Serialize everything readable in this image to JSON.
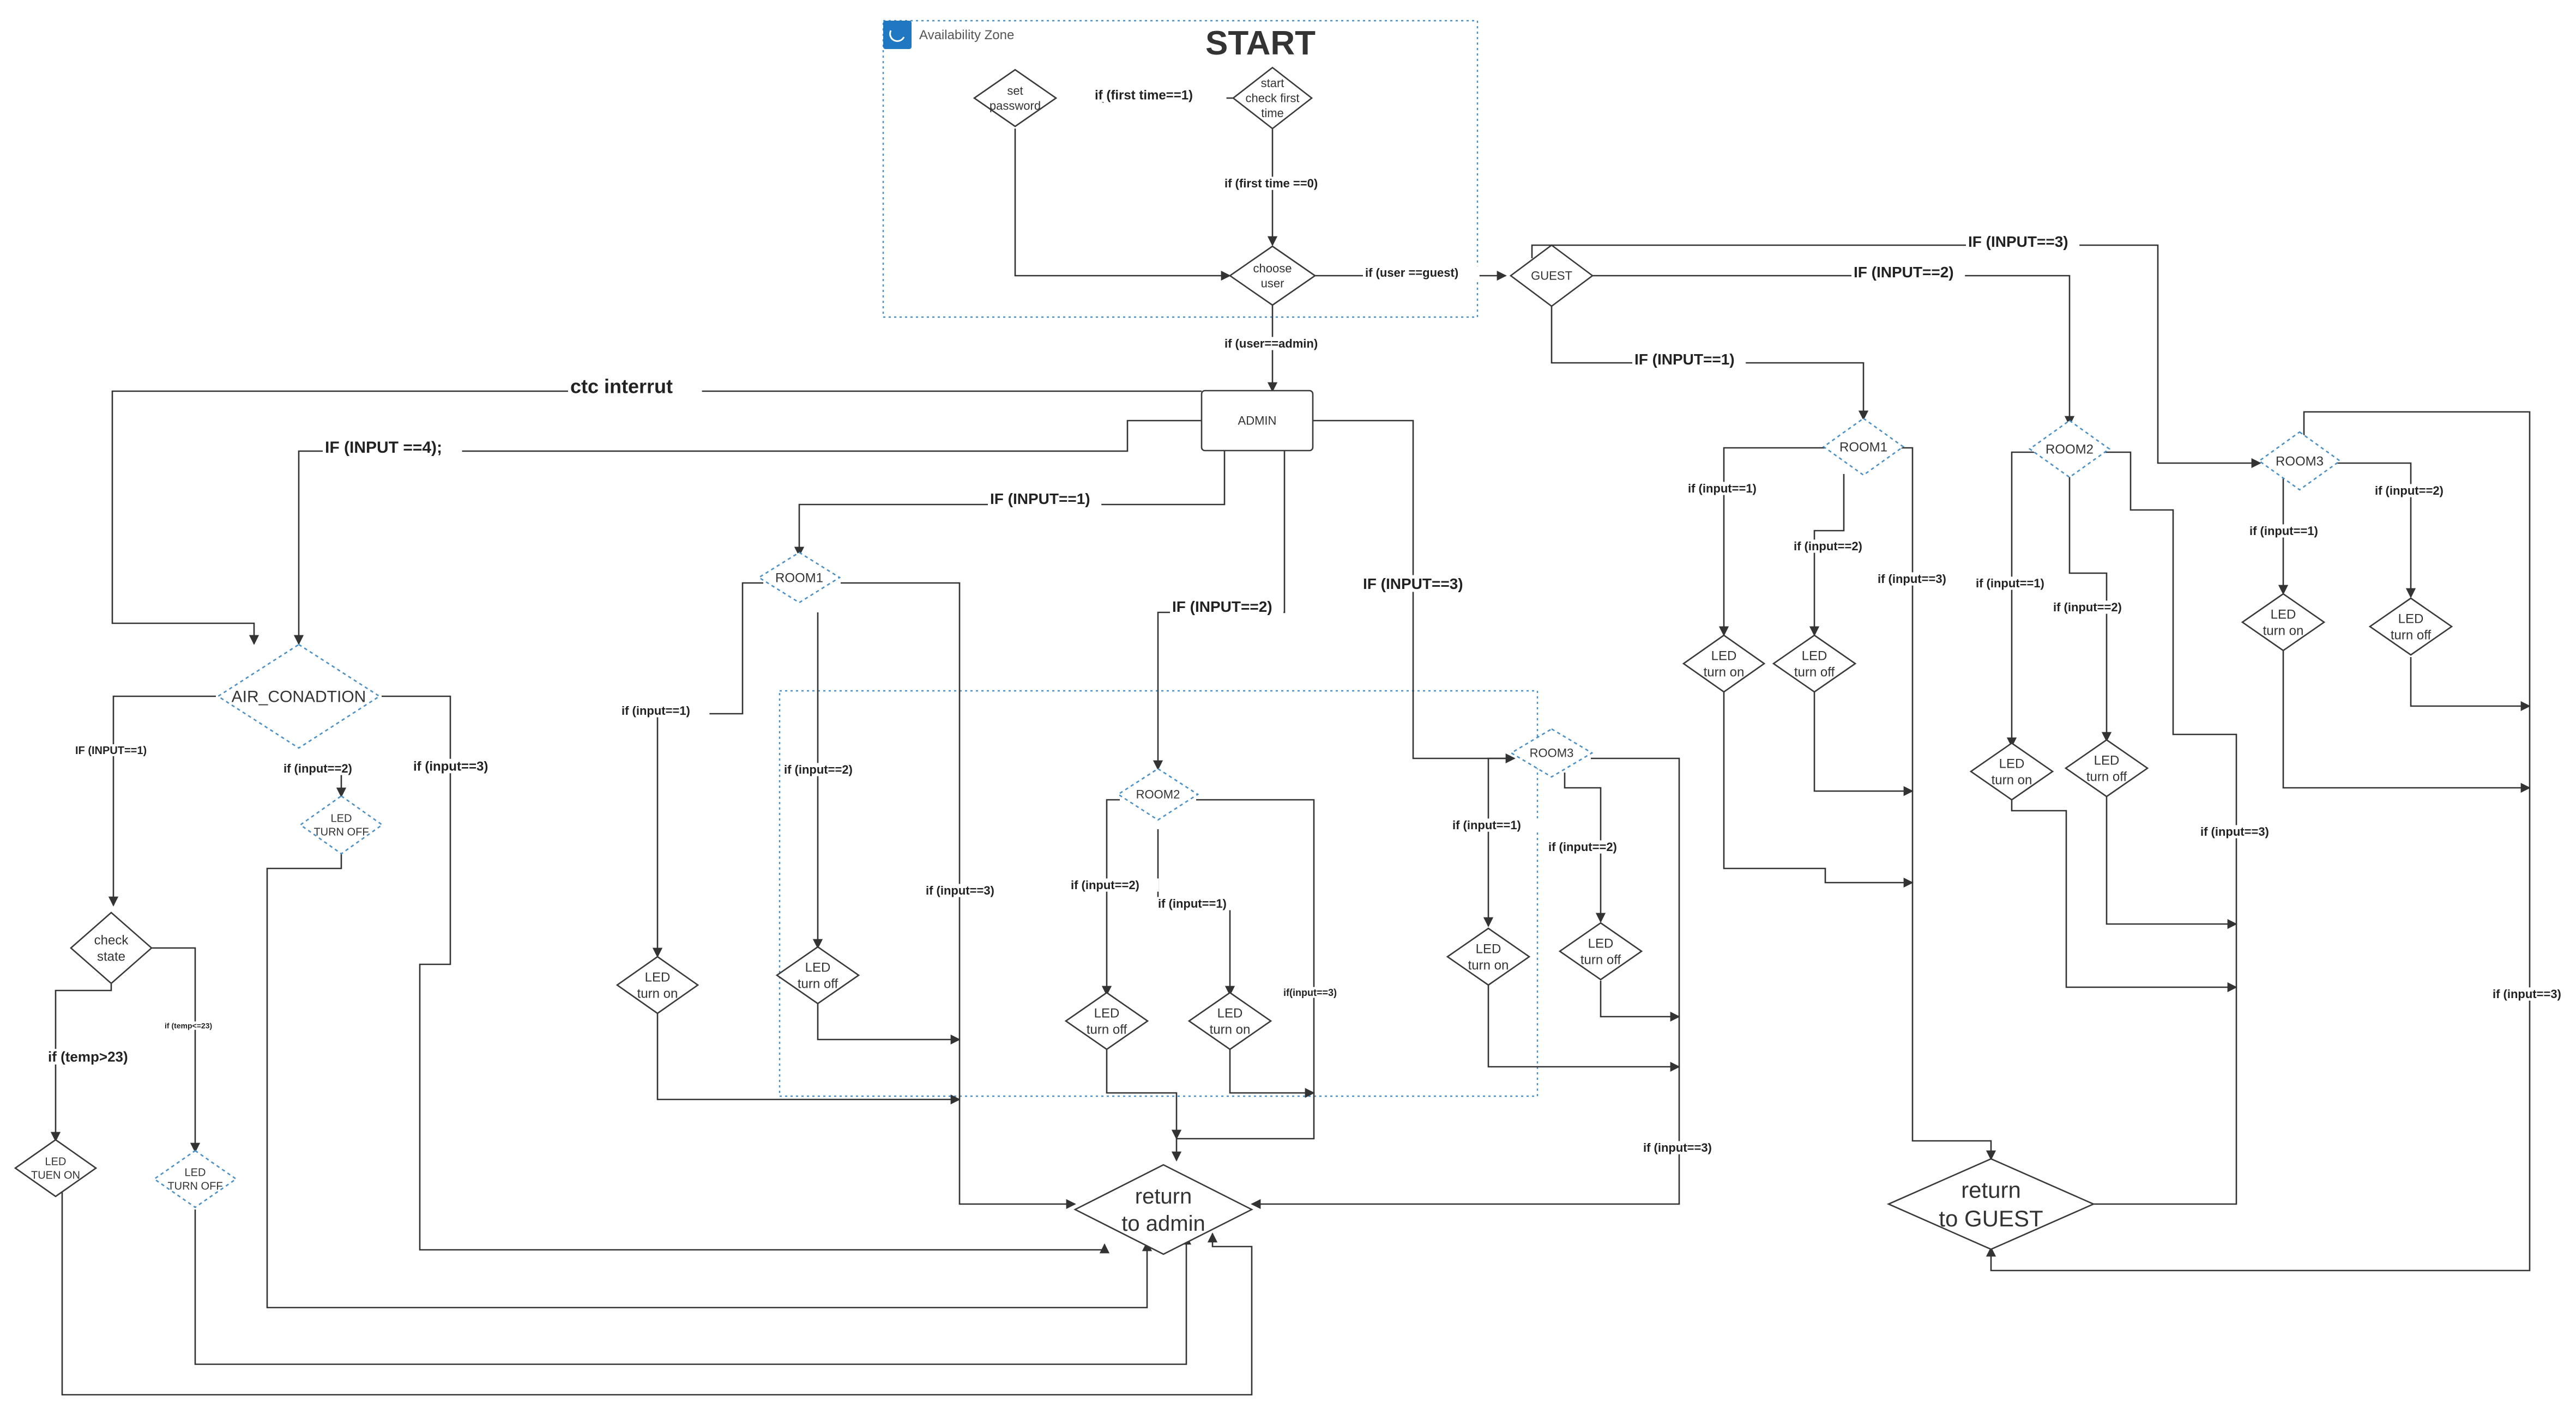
{
  "diagram": {
    "zone_label": "Availability Zone",
    "title": "START",
    "nodes": {
      "start": [
        "start",
        "check first",
        "time"
      ],
      "set_password": [
        "set",
        "password"
      ],
      "choose_user": [
        "choose",
        "user"
      ],
      "guest": [
        "GUEST"
      ],
      "admin": [
        "ADMIN"
      ],
      "air": [
        "AIR_CONADTION"
      ],
      "check_state": [
        "check",
        "state"
      ],
      "led_tuen_on": [
        "LED",
        "TUEN ON"
      ],
      "led_turn_off_ac1": [
        "LED",
        "TURN OFF"
      ],
      "led_turn_off_ac2": [
        "LED",
        "TURN OFF"
      ],
      "a_room1": [
        "ROOM1"
      ],
      "a_room2": [
        "ROOM2"
      ],
      "a_room3": [
        "ROOM3"
      ],
      "a_r1_on": [
        "LED",
        "turn on"
      ],
      "a_r1_off": [
        "LED",
        "turn off"
      ],
      "a_r2_off": [
        "LED",
        "turn off"
      ],
      "a_r2_on": [
        "LED",
        "turn on"
      ],
      "a_r3_on": [
        "LED",
        "turn on"
      ],
      "a_r3_off": [
        "LED",
        "turn off"
      ],
      "ret_admin": [
        "return",
        "to admin"
      ],
      "g_room1": [
        "ROOM1"
      ],
      "g_room2": [
        "ROOM2"
      ],
      "g_room3": [
        "ROOM3"
      ],
      "g_r1_on": [
        "LED",
        "turn on"
      ],
      "g_r1_off": [
        "LED",
        "turn off"
      ],
      "g_r2_on": [
        "LED",
        "turn on"
      ],
      "g_r2_off": [
        "LED",
        "turn off"
      ],
      "g_r3_on": [
        "LED",
        "turn on"
      ],
      "g_r3_off": [
        "LED",
        "turn off"
      ],
      "ret_guest": [
        "return",
        "to GUEST"
      ]
    },
    "edges": {
      "first_time_1": "if (first time==1)",
      "first_time_0": "if (first time ==0)",
      "user_guest": "if (user ==guest)",
      "user_admin": "if (user==admin)",
      "ctc": "ctc interrut",
      "input4": "IF (INPUT ==4);",
      "a_input1": "IF (INPUT==1)",
      "a_input2": "IF (INPUT==2)",
      "a_input3": "IF (INPUT==3)",
      "ac_in1": "IF (INPUT==1)",
      "ac_in2": "if (input==2)",
      "ac_in3": "if (input==3)",
      "temp_gt": "if (temp>23)",
      "temp_le": "if (temp<=23)",
      "ar1_in1": "if (input==1)",
      "ar1_in2": "if (input==2)",
      "ar1_in3": "if (input==3)",
      "ar2_in2": "if (input==2)",
      "ar2_in1": "if (input==1)",
      "ar2_in3": "if(input==3)",
      "ar3_in1": "if (input==1)",
      "ar3_in2": "if (input==2)",
      "ar3_in3": "if (input==3)",
      "g_input1": "IF (INPUT==1)",
      "g_input2": "IF (INPUT==2)",
      "g_input3": "IF (INPUT==3)",
      "gr1_in1": "if (input==1)",
      "gr1_in2": "if (input==2)",
      "gr1_in3": "if (input==3)",
      "gr2_in1": "if (input==1)",
      "gr2_in2": "if (input==2)",
      "gr2_in3": "if (input==3)",
      "gr3_in1": "if (input==1)",
      "gr3_in2": "if (input==2)",
      "gr3_in3": "if (input==3)"
    }
  }
}
